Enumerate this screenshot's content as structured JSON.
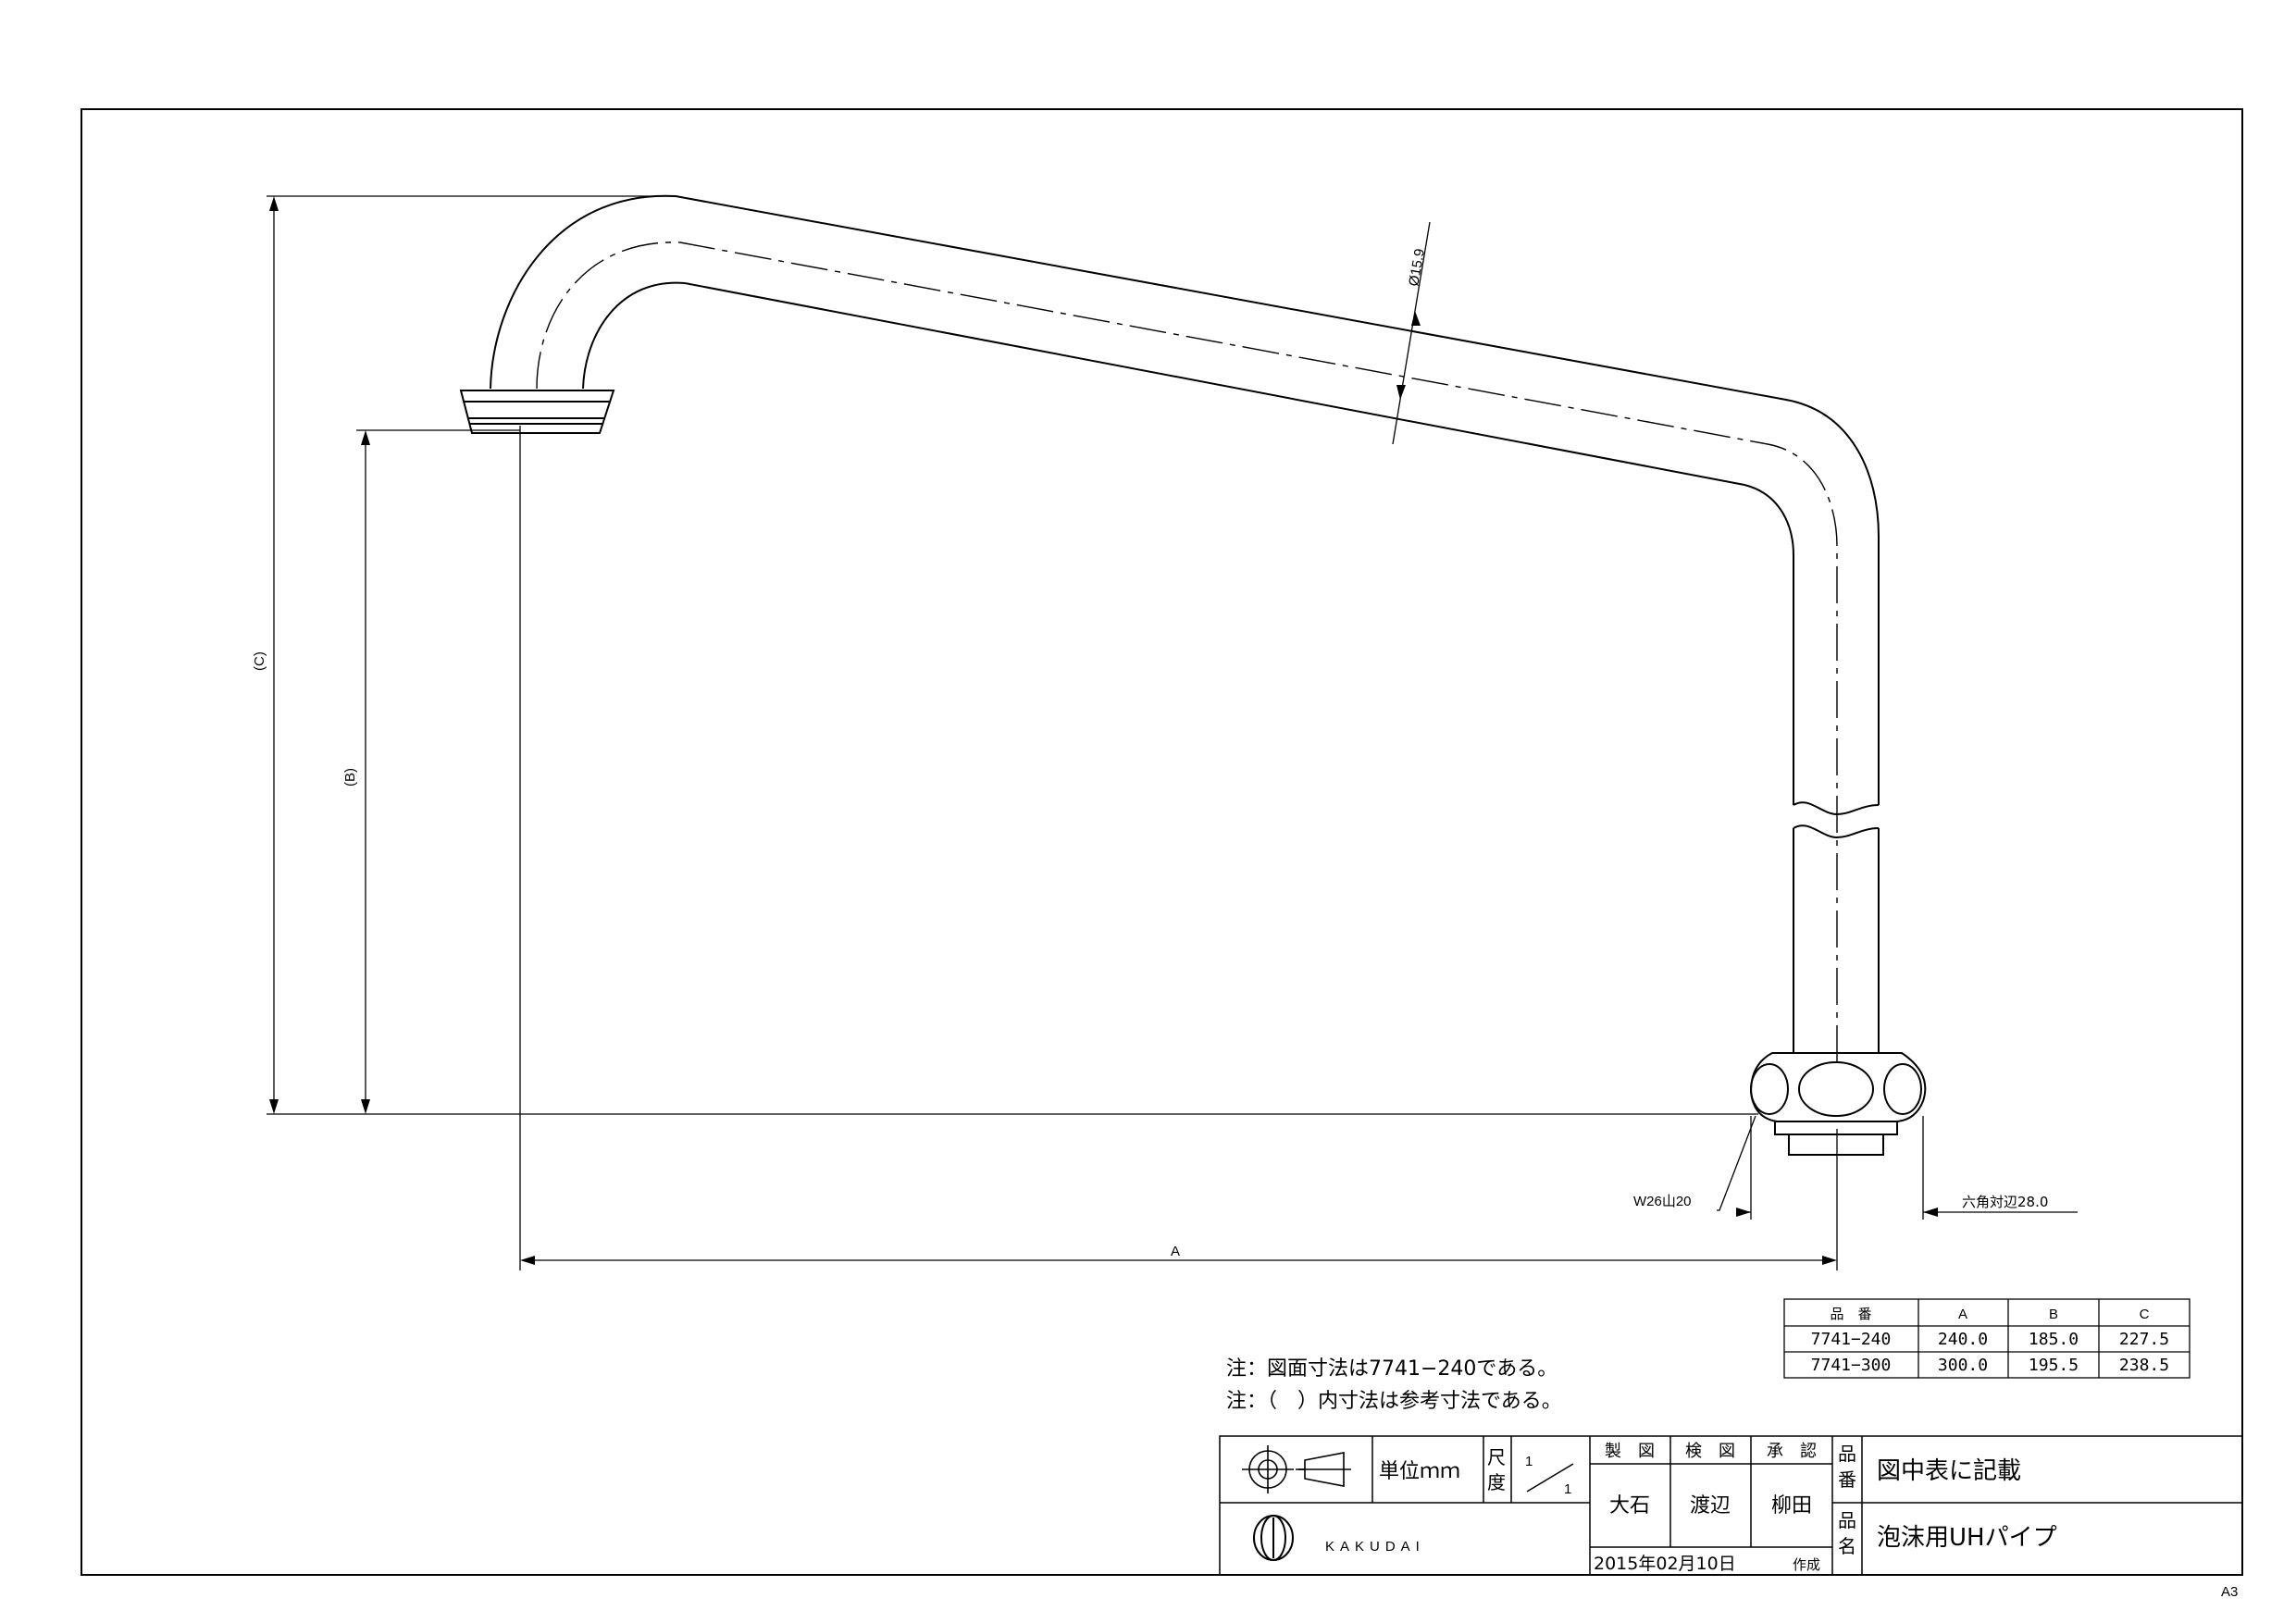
{
  "drawing": {
    "dimensions": {
      "dia": "Ø15.9",
      "c_label": "(C)",
      "b_label": "(B)",
      "a_label": "A",
      "thread": "W26山20",
      "hex": "六角対辺28.0"
    },
    "notes": [
      "注：図面寸法は7741−240である。",
      "注：（　）内寸法は参考寸法である。"
    ],
    "spec_table": {
      "headers": [
        "品　番",
        "A",
        "B",
        "C"
      ],
      "rows": [
        [
          "7741−240",
          "240.0",
          "185.0",
          "227.5"
        ],
        [
          "7741−300",
          "300.0",
          "195.5",
          "238.5"
        ]
      ]
    },
    "title_block": {
      "unit": "単位ｍｍ",
      "scale_label": "尺度",
      "scale_num": "1",
      "scale_den": "1",
      "roles": [
        "製　図",
        "検　図",
        "承　認"
      ],
      "names": [
        "大石",
        "渡辺",
        "柳田"
      ],
      "date": "2015年02月10日",
      "made": "作成",
      "part_no_label": "品番",
      "part_no": "図中表に記載",
      "part_name_label": "品名",
      "part_name": "泡沫用UHパイプ",
      "brand": "KAKUDAI"
    },
    "sheet_size": "A3"
  }
}
